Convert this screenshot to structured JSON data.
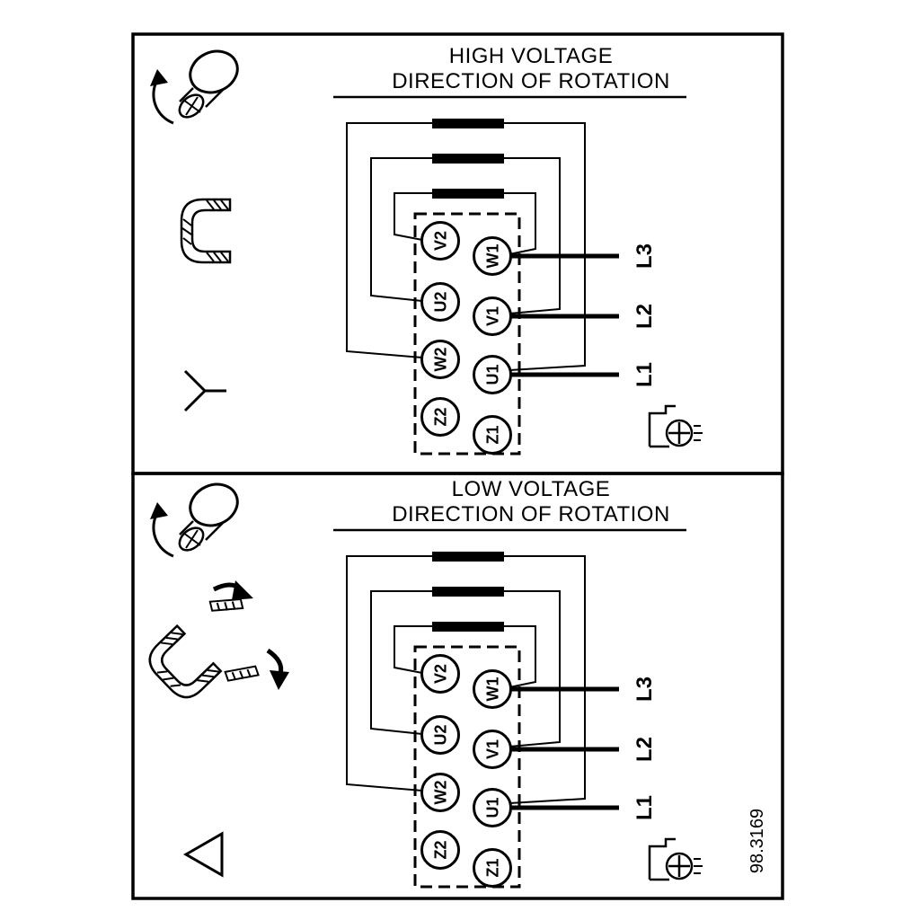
{
  "figure_ref": "98.3169",
  "panels": {
    "high": {
      "title_line1": "HIGH VOLTAGE",
      "title_line2": "DIRECTION OF ROTATION",
      "connection_symbol": "star"
    },
    "low": {
      "title_line1": "LOW VOLTAGE",
      "title_line2": "DIRECTION OF ROTATION",
      "connection_symbol": "delta"
    }
  },
  "terminal_block": {
    "left_column": [
      "V2",
      "U2",
      "W2",
      "Z2"
    ],
    "right_column": [
      "W1",
      "V1",
      "U1",
      "Z1"
    ]
  },
  "terminals": {
    "v2": "V2",
    "u2": "U2",
    "w2": "W2",
    "z2": "Z2",
    "w1": "W1",
    "v1": "V1",
    "u1": "U1",
    "z1": "Z1"
  },
  "supply_lines": {
    "l3": "L3",
    "l2": "L2",
    "l1": "L1"
  },
  "icons": {
    "screw": "screw-rotation-icon",
    "jumper": "jumper-link-icon",
    "ground": "ground-screw-icon",
    "star": "star-symbol",
    "delta": "delta-symbol"
  },
  "colors": {
    "line": "#000000",
    "background": "#ffffff"
  }
}
